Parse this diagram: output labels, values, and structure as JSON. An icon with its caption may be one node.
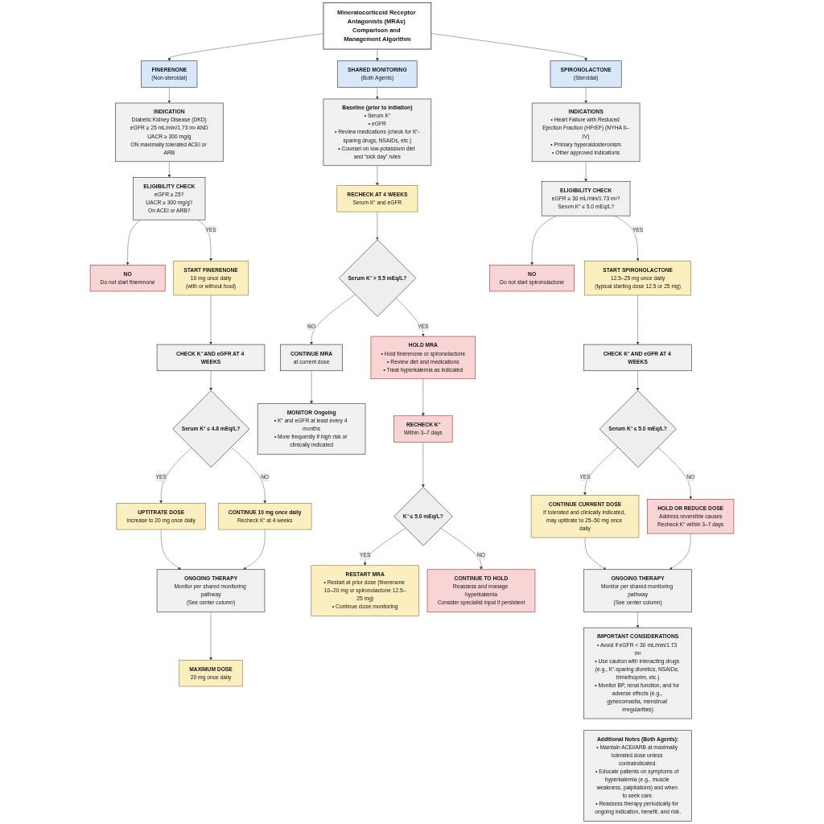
{
  "diagram": {
    "nodes": [
      {
        "text": [
          "Mineralocorticoid Receptor Antagonists (MRAs) Comparison and Management Algorithm"
        ]
      },
      {
        "text": [
          "FINERENONE",
          "(Non-steroidal)"
        ]
      },
      {
        "text": [
          "SHARED MONITORING",
          "(Both Agents)"
        ]
      },
      {
        "text": [
          "SPIRONOLACTONE",
          "(Steroidal)"
        ]
      },
      {
        "text": [
          "INDICATION",
          "Diabetic Kidney Disease (DKD)",
          "eGFR ≥ 25 mL/min/1.73 m² AND",
          "UACR ≥ 300 mg/g",
          "ON maximally tolerated ACEi or ARB"
        ]
      },
      {
        "text": [
          "ELIGIBILITY CHECK",
          "eGFR ≥ 25?",
          "UACR ≥ 300 mg/g?",
          "On ACEi or ARB?"
        ]
      },
      {
        "text": [
          "NO",
          "Do not start finerenone"
        ]
      },
      {
        "text": [
          "START FINERENONE",
          "10 mg once daily",
          "(with or without food)"
        ]
      },
      {
        "text": [
          "CHECK K⁺ AND eGFR AT 4 WEEKS"
        ]
      },
      {
        "text": [
          "Serum K⁺ ≤ 4.8 mEq/L?"
        ]
      },
      {
        "text": [
          "UPTITRATE DOSE",
          "Increase to 20 mg once daily"
        ]
      },
      {
        "text": [
          "CONTINUE 10 mg once daily",
          "Recheck K⁺ at 4 weeks"
        ]
      },
      {
        "text": [
          "ONGOING THERAPY",
          "Monitor per shared monitoring pathway",
          "(See center column)"
        ]
      },
      {
        "text": [
          "MAXIMUM DOSE",
          "20 mg once daily"
        ]
      },
      {
        "text": [
          "Baseline (prior to initiation)",
          "• Serum K⁺",
          "• eGFR",
          "• Review medications (check for K⁺-sparing drugs, NSAIDs, etc.)",
          "• Counsel on low-potassium diet and “sick day” rules"
        ]
      },
      {
        "text": [
          "RECHECK AT 4 WEEKS",
          "Serum K⁺ and eGFR"
        ]
      },
      {
        "text": [
          "Serum K⁺ > 5.5 mEq/L?"
        ]
      },
      {
        "text": [
          "CONTINUE MRA",
          "at current dose"
        ]
      },
      {
        "text": [
          "HOLD MRA",
          "• Hold finerenone or spironolactone",
          "• Review diet and medications",
          "• Treat hyperkalemia as indicated"
        ]
      },
      {
        "text": [
          "MONITOR Ongoing",
          "• K⁺ and eGFR at least every 4 months",
          "• More frequently if high risk or clinically indicated"
        ]
      },
      {
        "text": [
          "RECHECK K⁺",
          "Within 3–7 days"
        ]
      },
      {
        "text": [
          "K⁺ ≤ 5.0 mEq/L?"
        ]
      },
      {
        "text": [
          "RESTART MRA",
          "• Restart at prior dose (finerenone 10–20 mg or spironolactone 12.5–25 mg)",
          "• Continue close monitoring"
        ]
      },
      {
        "text": [
          "CONTINUE TO HOLD",
          "Reassess and manage hyperkalemia",
          "Consider specialist input if persistent"
        ]
      },
      {
        "text": [
          "INDICATIONS",
          "• Heart Failure with Reduced Ejection Fraction (HFrEF) (NYHA II–IV)",
          "• Primary hyperaldosteronism",
          "• Other approved indications"
        ]
      },
      {
        "text": [
          "ELIGIBILITY CHECK",
          "eGFR ≥ 30 mL/min/1.73 m²?",
          "Serum K⁺ ≤ 5.0 mEq/L?"
        ]
      },
      {
        "text": [
          "NO",
          "Do not start spironolactone"
        ]
      },
      {
        "text": [
          "START SPIRONOLACTONE",
          "12.5–25 mg once daily",
          "(typical starting dose 12.5 or 25 mg)"
        ]
      },
      {
        "text": [
          "CHECK K⁺ AND eGFR AT 4 WEEKS"
        ]
      },
      {
        "text": [
          "Serum K⁺ ≤ 5.0 mEq/L?"
        ]
      },
      {
        "text": [
          "CONTINUE CURRENT DOSE",
          "If tolerated and clinically indicated, may uptitrate to 25–50 mg once daily"
        ]
      },
      {
        "text": [
          "HOLD OR REDUCE DOSE",
          "Address reversible causes",
          "Recheck K⁺ within 3–7 days"
        ]
      },
      {
        "text": [
          "ONGOING THERAPY",
          "Monitor per shared monitoring pathway",
          "(See center column)"
        ]
      },
      {
        "text": [
          "IMPORTANT CONSIDERATIONS",
          "• Avoid if eGFR < 30 mL/min/1.73 m²",
          "• Use caution with interacting drugs (e.g., K⁺-sparing diuretics, NSAIDs, trimethoprim, etc.)",
          "• Monitor BP, renal function, and for adverse effects (e.g., gynecomastia, menstrual irregularities)"
        ]
      },
      {
        "text": [
          "Additional Notes (Both Agents):",
          "• Maintain ACEi/ARB at maximally tolerated dose unless contraindicated.",
          "• Educate patients on symptoms of hyperkalemia (e.g., muscle weakness, palpitations) and when to seek care.",
          "• Reassess therapy periodically for ongoing indication, benefit, and risk."
        ]
      }
    ],
    "edges": [
      {
        "from": 0,
        "to": 1,
        "arrow": "to"
      },
      {
        "from": 0,
        "to": 2,
        "arrow": "to"
      },
      {
        "from": 0,
        "to": 3,
        "arrow": "to"
      },
      {
        "from": 1,
        "to": 4,
        "arrow": "to"
      },
      {
        "from": 4,
        "to": 5,
        "arrow": "to"
      },
      {
        "from": 5,
        "to": 6,
        "arrow": "to"
      },
      {
        "from": 5,
        "to": 7,
        "label": "YES",
        "arrow": "to"
      },
      {
        "from": 7,
        "to": 8,
        "arrow": "to"
      },
      {
        "from": 8,
        "to": 9,
        "arrow": "to"
      },
      {
        "from": 9,
        "to": 10,
        "label": "YES",
        "arrow": "to"
      },
      {
        "from": 9,
        "to": 11,
        "label": "NO",
        "arrow": "to"
      },
      {
        "from": 10,
        "to": 12,
        "arrow": "to"
      },
      {
        "from": 11,
        "to": 12,
        "arrow": "to"
      },
      {
        "from": 12,
        "to": 13,
        "arrow": "to"
      },
      {
        "from": 2,
        "to": 14,
        "arrow": "to"
      },
      {
        "from": 14,
        "to": 15,
        "arrow": "to"
      },
      {
        "from": 15,
        "to": 16,
        "arrow": "to"
      },
      {
        "from": 16,
        "to": 17,
        "label": "NO",
        "arrow": "to"
      },
      {
        "from": 16,
        "to": 18,
        "label": "YES",
        "arrow": "to"
      },
      {
        "from": 17,
        "to": 19,
        "arrow": "to"
      },
      {
        "from": 18,
        "to": 20,
        "arrow": "to"
      },
      {
        "from": 20,
        "to": 21,
        "arrow": "to"
      },
      {
        "from": 21,
        "to": 22,
        "label": "YES",
        "arrow": "to"
      },
      {
        "from": 21,
        "to": 23,
        "label": "NO",
        "arrow": "to"
      },
      {
        "from": 3,
        "to": 24,
        "arrow": "to"
      },
      {
        "from": 24,
        "to": 25,
        "arrow": "to"
      },
      {
        "from": 25,
        "to": 26,
        "arrow": "to"
      },
      {
        "from": 25,
        "to": 27,
        "label": "YES",
        "arrow": "to"
      },
      {
        "from": 27,
        "to": 28,
        "arrow": "to"
      },
      {
        "from": 28,
        "to": 29,
        "arrow": "to"
      },
      {
        "from": 29,
        "to": 30,
        "label": "YES",
        "arrow": "to"
      },
      {
        "from": 29,
        "to": 31,
        "label": "NO",
        "arrow": "to"
      },
      {
        "from": 30,
        "to": 32,
        "arrow": "to"
      },
      {
        "from": 31,
        "to": 32,
        "arrow": "to"
      },
      {
        "from": 32,
        "to": 33,
        "arrow": "to"
      }
    ]
  }
}
